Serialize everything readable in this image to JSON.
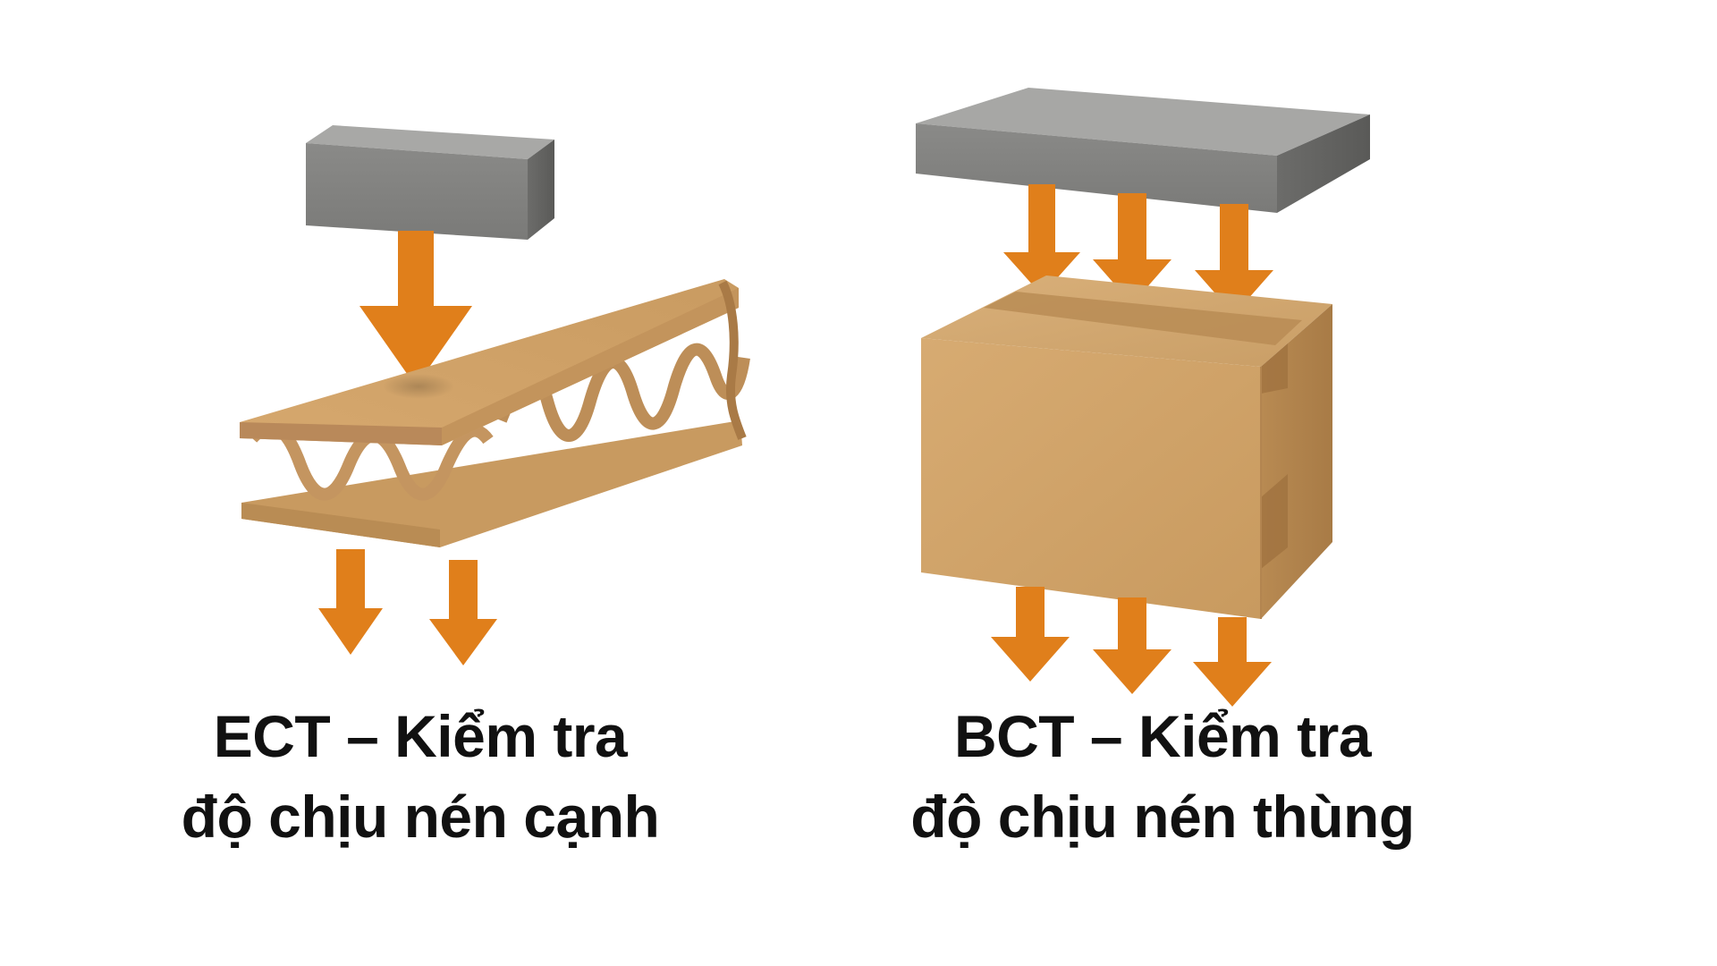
{
  "colors": {
    "arrow": "#E07F1B",
    "cardboard": "#CFA067",
    "weight": "#8E8E8C",
    "text": "#111111",
    "background": "#FFFFFF"
  },
  "ect": {
    "title_line1": "ECT – Kiểm tra",
    "title_line2": "độ chịu nén cạnh"
  },
  "bct": {
    "title_line1": "BCT – Kiểm tra",
    "title_line2": "độ chịu nén thùng"
  }
}
